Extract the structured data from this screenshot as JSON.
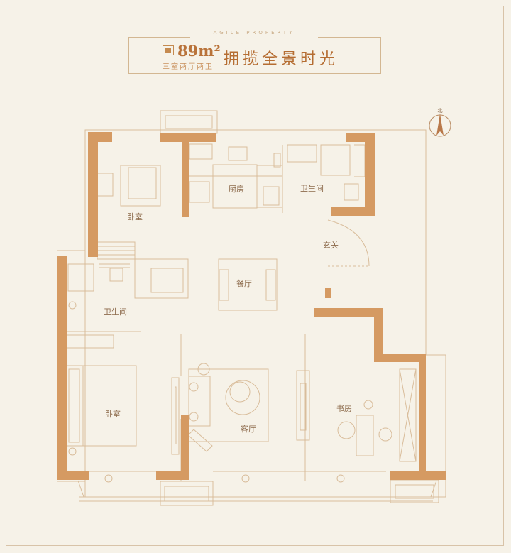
{
  "header": {
    "brand_tag": "AGILE PROPERTY",
    "area": "89m²",
    "layout": "三室两厅两卫",
    "headline": "拥揽全景时光"
  },
  "compass": {
    "label": "北"
  },
  "rooms": {
    "bedroom_top": "卧室",
    "kitchen": "厨房",
    "bathroom_top": "卫生间",
    "entry": "玄关",
    "dining": "餐厅",
    "bathroom_left": "卫生间",
    "bedroom_bottom": "卧室",
    "living": "客厅",
    "study": "书房"
  },
  "colors": {
    "wall": "#d59a62",
    "line": "#d9bd9b",
    "text": "#8d6b4c",
    "background": "#f6f2e8"
  }
}
